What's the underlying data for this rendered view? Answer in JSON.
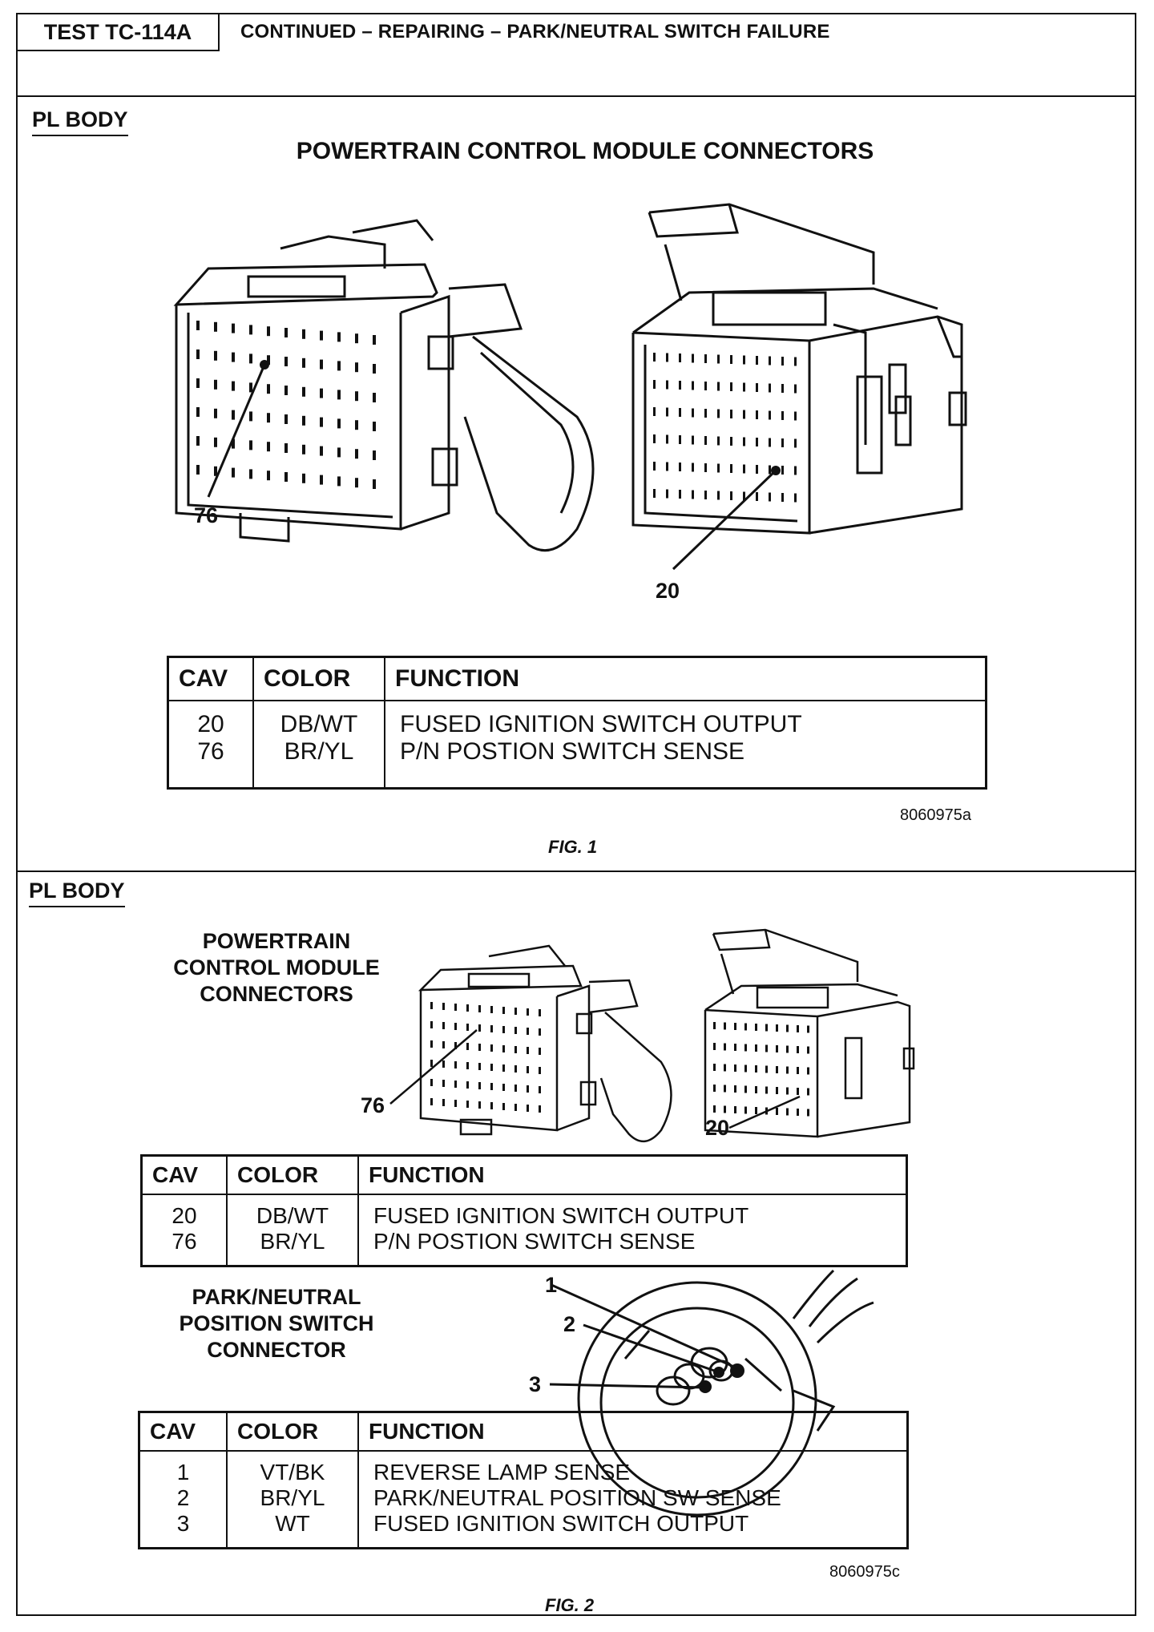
{
  "header": {
    "test_id": "TEST TC-114A",
    "title": "CONTINUED – REPAIRING – PARK/NEUTRAL SWITCH FAILURE"
  },
  "fig1": {
    "body_label": "PL BODY",
    "title": "POWERTRAIN CONTROL MODULE CONNECTORS",
    "callout_left": "76",
    "callout_right": "20",
    "table": {
      "headers": [
        "CAV",
        "COLOR",
        "FUNCTION"
      ],
      "rows": [
        {
          "cav": "20",
          "color": "DB/WT",
          "function": "FUSED IGNITION SWITCH OUTPUT"
        },
        {
          "cav": "76",
          "color": "BR/YL",
          "function": "P/N POSTION SWITCH SENSE"
        }
      ]
    },
    "code": "8060975a",
    "caption": "FIG. 1"
  },
  "fig2": {
    "body_label": "PL BODY",
    "pcm_title": [
      "POWERTRAIN",
      "CONTROL MODULE",
      "CONNECTORS"
    ],
    "callout_left": "76",
    "callout_right": "20",
    "pcm_table": {
      "headers": [
        "CAV",
        "COLOR",
        "FUNCTION"
      ],
      "rows": [
        {
          "cav": "20",
          "color": "DB/WT",
          "function": "FUSED IGNITION SWITCH OUTPUT"
        },
        {
          "cav": "76",
          "color": "BR/YL",
          "function": "P/N POSTION SWITCH SENSE"
        }
      ]
    },
    "pn_title": [
      "PARK/NEUTRAL",
      "POSITION SWITCH",
      "CONNECTOR"
    ],
    "pn_callouts": [
      "1",
      "2",
      "3"
    ],
    "pn_table": {
      "headers": [
        "CAV",
        "COLOR",
        "FUNCTION"
      ],
      "rows": [
        {
          "cav": "1",
          "color": "VT/BK",
          "function": "REVERSE LAMP SENSE"
        },
        {
          "cav": "2",
          "color": "BR/YL",
          "function": "PARK/NEUTRAL POSITION SW SENSE"
        },
        {
          "cav": "3",
          "color": "WT",
          "function": "FUSED IGNITION SWITCH OUTPUT"
        }
      ]
    },
    "code": "8060975c",
    "caption": "FIG. 2"
  }
}
